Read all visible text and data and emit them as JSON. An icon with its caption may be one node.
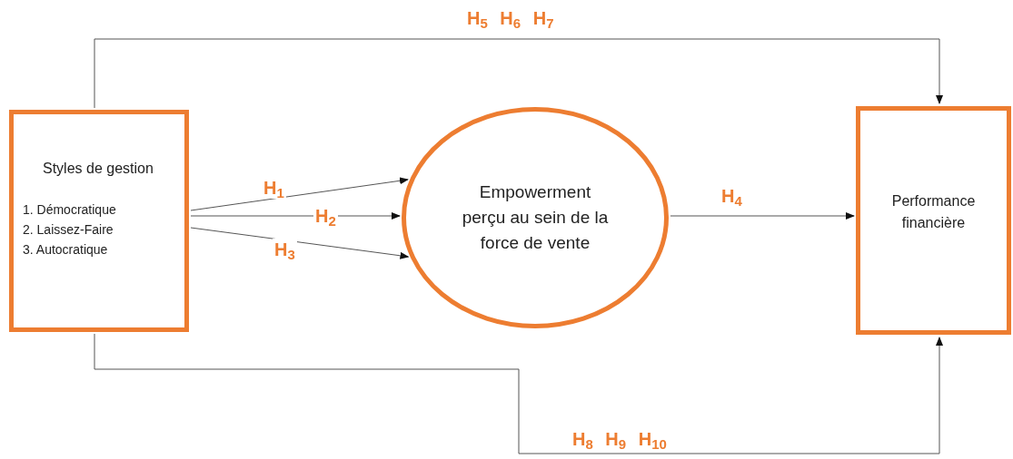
{
  "diagram": {
    "nodes": [
      {
        "text": [
          "Styles de gestion",
          "1. Démocratique",
          "2. Laissez-Faire",
          "3. Autocratique"
        ]
      },
      {
        "text": [
          "Empowerment perçu au sein de la force de vente"
        ]
      },
      {
        "text": [
          "Performance financière"
        ]
      }
    ],
    "edges": [
      {
        "from": 0,
        "to": 1,
        "arrow": "to",
        "label": "H$_{1}$"
      },
      {
        "from": 0,
        "to": 1,
        "arrow": "to",
        "label": "H$_{2}$"
      },
      {
        "from": 0,
        "to": 1,
        "arrow": "to",
        "label": "H$_{3}$"
      },
      {
        "from": 1,
        "to": 2,
        "arrow": "to",
        "label": "H$_{4}$"
      },
      {
        "from": 0,
        "to": 2,
        "arrow": "to",
        "label": "H$_{5}$ H$_{6}$ H$_{7}$"
      },
      {
        "from": 0,
        "to": 2,
        "arrow": "to",
        "label": "H$_{8}$ H$_{9}$ H$_{10}$"
      }
    ]
  }
}
